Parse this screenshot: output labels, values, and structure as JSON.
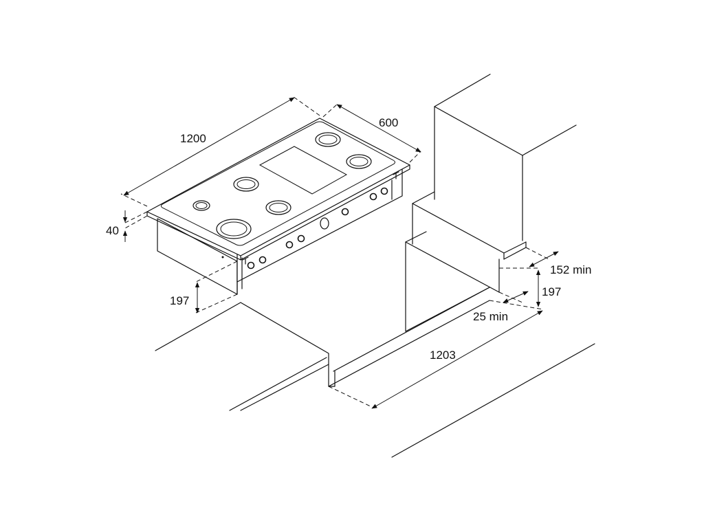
{
  "diagram": {
    "labels": {
      "width": "1200",
      "depth": "600",
      "thickness": "40",
      "body_height": "197",
      "rear_clearance": "152 min",
      "cutout_height": "197",
      "front_clearance": "25 min",
      "cutout_width": "1203"
    }
  }
}
